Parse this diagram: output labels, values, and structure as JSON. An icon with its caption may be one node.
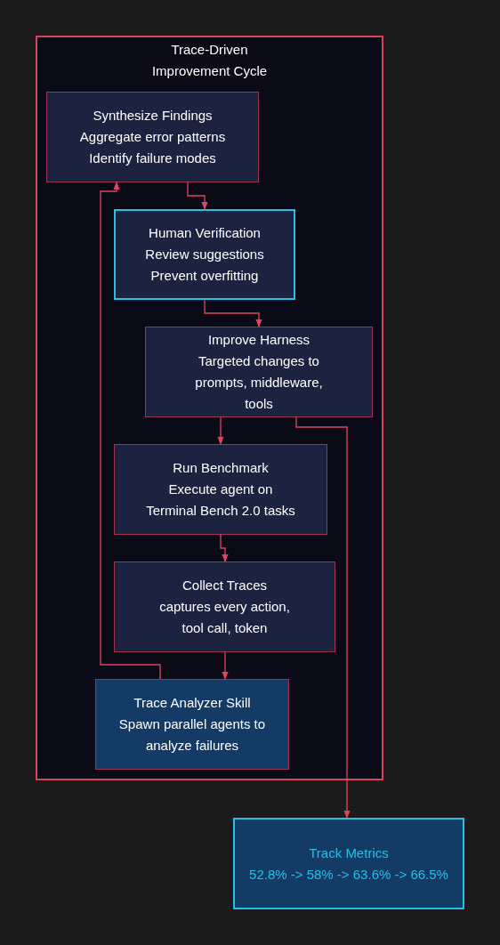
{
  "diagram": {
    "nodes": [
      {
        "text": [
          "Trace-Driven Improvement Cycle"
        ]
      },
      {
        "text": [
          "Synthesize Findings",
          "Aggregate error patterns",
          "Identify failure modes"
        ],
        "in": 0
      },
      {
        "text": [
          "Human Verification",
          "Review suggestions",
          "Prevent overfitting"
        ],
        "in": 0
      },
      {
        "text": [
          "Improve Harness",
          "Targeted changes to prompts, middleware, tools"
        ],
        "in": 0
      },
      {
        "text": [
          "Run Benchmark",
          "Execute agent on Terminal Bench 2.0 tasks"
        ],
        "in": 0
      },
      {
        "text": [
          "Collect Traces",
          "captures every action, tool call, token"
        ],
        "in": 0
      },
      {
        "text": [
          "Trace Analyzer Skill",
          "Spawn parallel agents to analyze failures"
        ],
        "in": 0
      },
      {
        "text": [
          "Track Metrics",
          "52.8% -> 58% -> 63.6% -> 66.5%"
        ]
      }
    ],
    "edges": [
      {
        "from": 1,
        "to": 2,
        "arrow": "to"
      },
      {
        "from": 2,
        "to": 3,
        "arrow": "to"
      },
      {
        "from": 3,
        "to": 4,
        "arrow": "to"
      },
      {
        "from": 4,
        "to": 5,
        "arrow": "to"
      },
      {
        "from": 5,
        "to": 6,
        "arrow": "to"
      },
      {
        "from": 6,
        "to": 1,
        "arrow": "to"
      },
      {
        "from": 3,
        "to": 7,
        "arrow": "to"
      }
    ]
  }
}
